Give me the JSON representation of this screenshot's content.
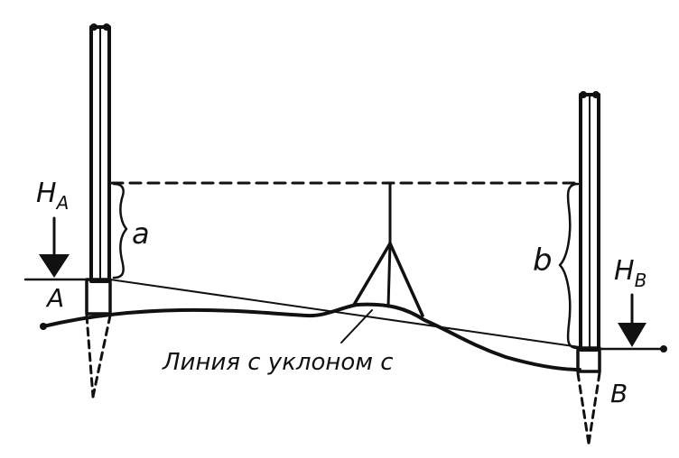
{
  "labels": {
    "point_a": "A",
    "point_b": "B",
    "height_a_main": "H",
    "height_a_sub": "A",
    "height_b_main": "H",
    "height_b_sub": "B",
    "reading_a": "a",
    "reading_b": "b",
    "slope_line": "Линия с уклоном с"
  },
  "colors": {
    "ink": "#111111",
    "background": "#ffffff"
  }
}
